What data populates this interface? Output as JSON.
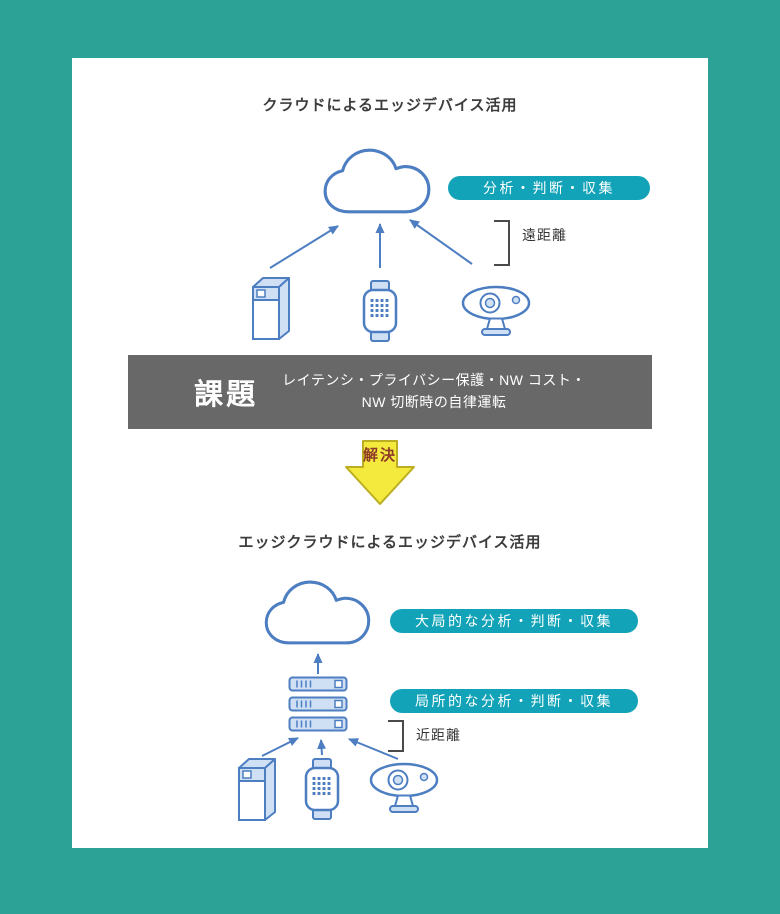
{
  "colors": {
    "background": "#2BA295",
    "card": "#FFFFFF",
    "badge_teal": "#12A3B8",
    "arrow_blue": "#4D7EC1",
    "icon_light_blue": "#CFE0F4",
    "problem_box_gray": "#686868",
    "solution_yellow": "#F4E93D",
    "solution_text_red": "#8E3B2A",
    "bracket_gray": "#4A4A4A",
    "title_text": "#3C3C3C"
  },
  "top_section": {
    "title": "クラウドによるエッジデバイス活用",
    "badge": "分析・判断・収集",
    "distance": "遠距離"
  },
  "problem": {
    "heading": "課題",
    "line1": "レイテンシ・プライバシー保護・NW コスト・",
    "line2": "NW 切断時の自律運転"
  },
  "solution": {
    "label": "解決"
  },
  "bottom_section": {
    "title": "エッジクラウドによるエッジデバイス活用",
    "badge_global": "大局的な分析・判断・収集",
    "badge_local": "局所的な分析・判断・収集",
    "distance": "近距離"
  },
  "icons": {
    "cloud": "cloud-icon",
    "tower_pc": "tower-pc-icon",
    "smartwatch": "smartwatch-icon",
    "webcam": "webcam-icon",
    "server_stack": "server-stack-icon",
    "up_arrows": "arrow-up-icon",
    "down_block_arrow": "solution-down-arrow-icon",
    "bracket": "distance-bracket"
  }
}
